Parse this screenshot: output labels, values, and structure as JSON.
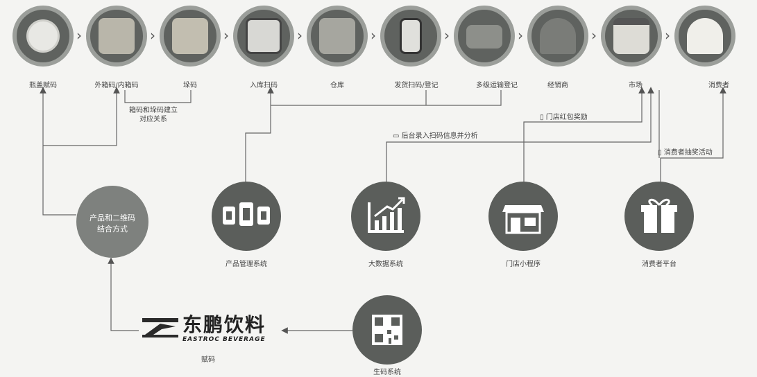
{
  "steps": [
    {
      "label": "瓶盖赋码"
    },
    {
      "label": "外箱码/内箱码"
    },
    {
      "label": "垛码"
    },
    {
      "label": "入库扫码"
    },
    {
      "label": "仓库"
    },
    {
      "label": "发货扫码/登记"
    },
    {
      "label": "多级运输登记"
    },
    {
      "label": "经销商"
    },
    {
      "label": "市场"
    },
    {
      "label": "消费者"
    }
  ],
  "notes": {
    "box_pallet_line1": "箱码和垛码建立",
    "box_pallet_line2": "对应关系",
    "store_reward": "门店红包奖励",
    "backend_analysis": "后台录入扫码信息并分析",
    "consumer_lottery": "消费者抽奖活动"
  },
  "systems": {
    "combo_line1": "产品和二维码",
    "combo_line2": "结合方式",
    "product_mgmt": "产品管理系统",
    "big_data": "大数据系统",
    "store_app": "门店小程序",
    "consumer_platform": "消费者平台",
    "code_gen": "生码系统"
  },
  "logo": {
    "cn": "东鹏饮料",
    "en": "EASTROC BEVERAGE",
    "caption": "赋码"
  },
  "icons": [
    "bottle-cap-icon",
    "carton-icon",
    "pallet-icon",
    "qr-scan-icon",
    "warehouse-icon",
    "phone-qr-icon",
    "truck-icon",
    "people-icon",
    "shop-icon",
    "woman-icon",
    "products-icon",
    "growth-chart-icon",
    "storefront-icon",
    "gift-icon",
    "qr-code-icon"
  ],
  "colors": {
    "circle": "#5b5e5b",
    "ring": "#9b9e9a",
    "line": "#555555",
    "background": "#f4f4f2"
  }
}
